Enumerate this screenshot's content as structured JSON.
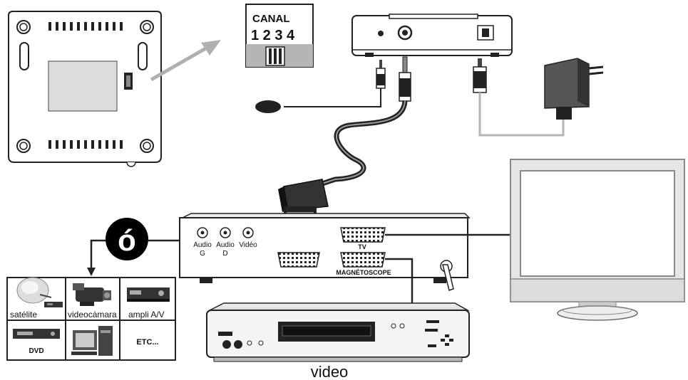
{
  "channel_label": {
    "title": "CANAL",
    "numbers": "1 2 3 4"
  },
  "av_panel": {
    "or_symbol": "ó",
    "jack_labels": [
      {
        "line1": "Audio",
        "line2": "G"
      },
      {
        "line1": "Audio",
        "line2": "D"
      },
      {
        "line1": "Vidéo",
        "line2": ""
      }
    ],
    "scart_tv_label": "TV",
    "scart_vcr_label": "MAGNÉTOSCOPE"
  },
  "sources": [
    {
      "label": "satélite",
      "icon": "satellite-dish-icon"
    },
    {
      "label": "videocámara",
      "icon": "camcorder-icon"
    },
    {
      "label": "ampli A/V",
      "icon": "amplifier-icon"
    },
    {
      "label": "DVD",
      "icon": "dvd-player-icon"
    },
    {
      "label": "",
      "icon": "computer-icon"
    },
    {
      "label": "ETC...",
      "icon": ""
    }
  ],
  "vcr_caption": "video"
}
